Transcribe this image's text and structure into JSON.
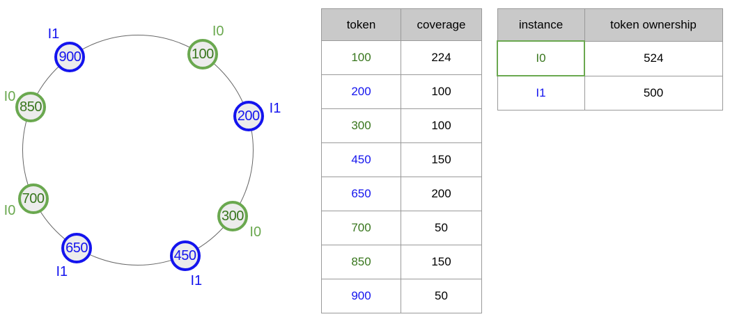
{
  "colors": {
    "i0_green": "#6aa84f",
    "i0_green_dark": "#38761d",
    "i1_blue": "#1414ee",
    "node_fill": "#ececec",
    "ring_stroke": "#666666",
    "table_border": "#999999",
    "header_bg": "#c9c9c9",
    "highlight_border": "#6aa84f"
  },
  "ring": {
    "nodes": [
      {
        "token": "100",
        "instance": "I0",
        "angle_deg": 34
      },
      {
        "token": "200",
        "instance": "I1",
        "angle_deg": 73
      },
      {
        "token": "300",
        "instance": "I0",
        "angle_deg": 125
      },
      {
        "token": "450",
        "instance": "I1",
        "angle_deg": 156
      },
      {
        "token": "650",
        "instance": "I1",
        "angle_deg": 212
      },
      {
        "token": "700",
        "instance": "I0",
        "angle_deg": 245
      },
      {
        "token": "850",
        "instance": "I0",
        "angle_deg": 292
      },
      {
        "token": "900",
        "instance": "I1",
        "angle_deg": 324
      }
    ]
  },
  "coverage_table": {
    "headers": [
      "token",
      "coverage"
    ],
    "rows": [
      {
        "token": "100",
        "coverage": "224",
        "instance": "I0"
      },
      {
        "token": "200",
        "coverage": "100",
        "instance": "I1"
      },
      {
        "token": "300",
        "coverage": "100",
        "instance": "I0"
      },
      {
        "token": "450",
        "coverage": "150",
        "instance": "I1"
      },
      {
        "token": "650",
        "coverage": "200",
        "instance": "I1"
      },
      {
        "token": "700",
        "coverage": "50",
        "instance": "I0"
      },
      {
        "token": "850",
        "coverage": "150",
        "instance": "I0"
      },
      {
        "token": "900",
        "coverage": "50",
        "instance": "I1"
      }
    ]
  },
  "ownership_table": {
    "headers": [
      "instance",
      "token ownership"
    ],
    "rows": [
      {
        "instance": "I0",
        "ownership": "524",
        "highlighted": true
      },
      {
        "instance": "I1",
        "ownership": "500",
        "highlighted": false
      }
    ]
  }
}
